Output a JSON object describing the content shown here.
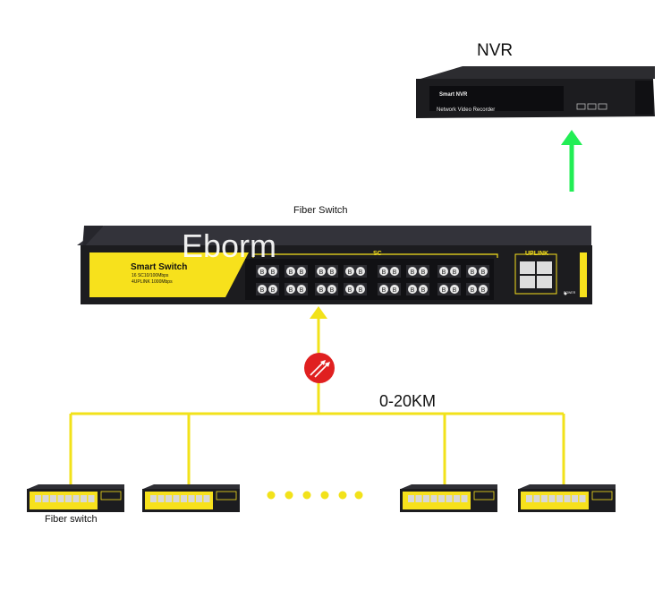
{
  "nvr": {
    "label": "NVR",
    "brand": "Smart NVR",
    "subtitle": "Network Video Recorder"
  },
  "core_switch": {
    "label": "Fiber Switch",
    "watermark": "Eborm",
    "title": "Smart Switch",
    "spec_line1": "16 SC10/100Mbps",
    "spec_line2": "4UPLINK 1000Mbps",
    "sc_group_label": "SC",
    "uplink_label": "UPLINK",
    "power_label": "POWER",
    "sc_port_mark": "B"
  },
  "link": {
    "distance_label": "0-20KM"
  },
  "edge_switches": {
    "label": "Fiber switch",
    "count_shown": 4,
    "ellipsis_dots": 6
  },
  "colors": {
    "fiber_yellow": "#f2e21a",
    "uplink_green": "#22ee55",
    "device_dark": "#1c1c1f",
    "panel_yellow": "#f7e11c",
    "converter_red": "#e02020"
  }
}
